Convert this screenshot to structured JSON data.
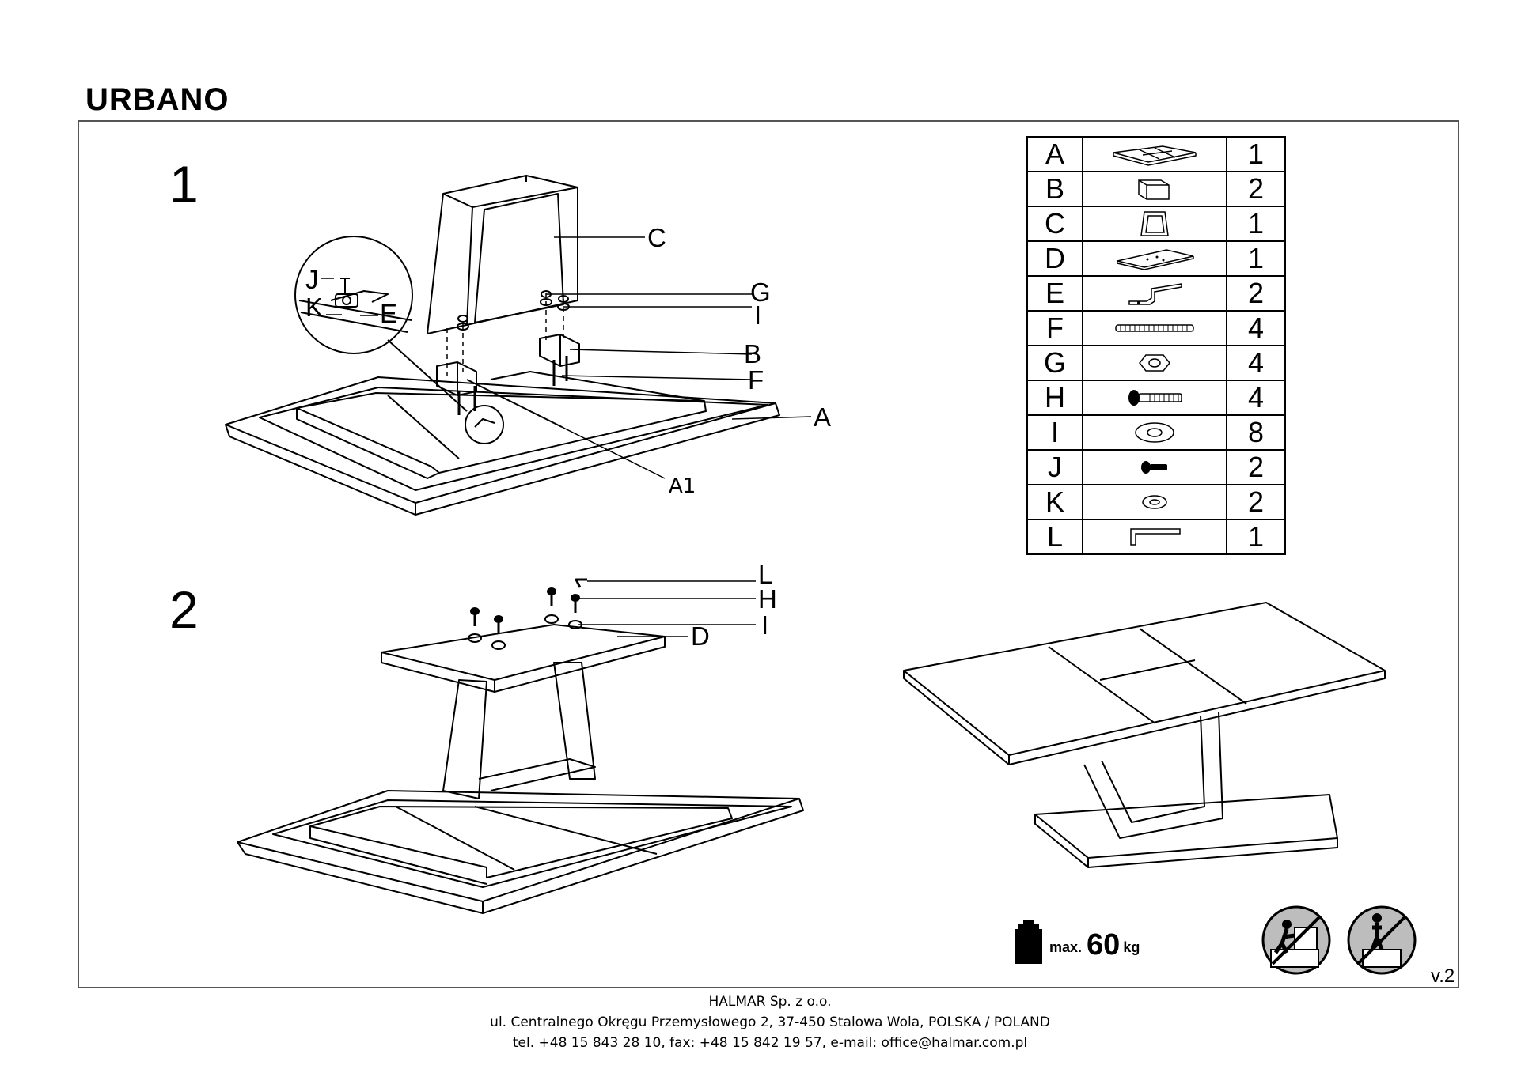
{
  "title": "URBANO",
  "steps": {
    "step1": "1",
    "step2": "2"
  },
  "callouts": {
    "step1": [
      "C",
      "G",
      "I",
      "B",
      "F",
      "A",
      "A1",
      "J",
      "K",
      "E"
    ],
    "step2": [
      "L",
      "H",
      "I",
      "D"
    ]
  },
  "parts": [
    {
      "letter": "A",
      "icon": "tabletop-icon",
      "qty": "1"
    },
    {
      "letter": "B",
      "icon": "block-icon",
      "qty": "2"
    },
    {
      "letter": "C",
      "icon": "leg-frame-icon",
      "qty": "1"
    },
    {
      "letter": "D",
      "icon": "plate-icon",
      "qty": "1"
    },
    {
      "letter": "E",
      "icon": "bracket-icon",
      "qty": "2"
    },
    {
      "letter": "F",
      "icon": "threaded-rod-icon",
      "qty": "4"
    },
    {
      "letter": "G",
      "icon": "nut-icon",
      "qty": "4"
    },
    {
      "letter": "H",
      "icon": "bolt-icon",
      "qty": "4"
    },
    {
      "letter": "I",
      "icon": "washer-icon",
      "qty": "8"
    },
    {
      "letter": "J",
      "icon": "screw-icon",
      "qty": "2"
    },
    {
      "letter": "K",
      "icon": "small-washer-icon",
      "qty": "2"
    },
    {
      "letter": "L",
      "icon": "allen-key-icon",
      "qty": "1"
    }
  ],
  "max_load": {
    "prefix": "max.",
    "value": "60",
    "unit": "kg"
  },
  "version": "v.2",
  "footer": {
    "company": "HALMAR Sp. z o.o.",
    "address": "ul. Centralnego Okręgu Przemysłowego 2, 37-450 Stalowa Wola, POLSKA / POLAND",
    "contact": "tel. +48 15 843 28 10, fax: +48 15 842 19 57, e-mail: office@halmar.com.pl"
  }
}
